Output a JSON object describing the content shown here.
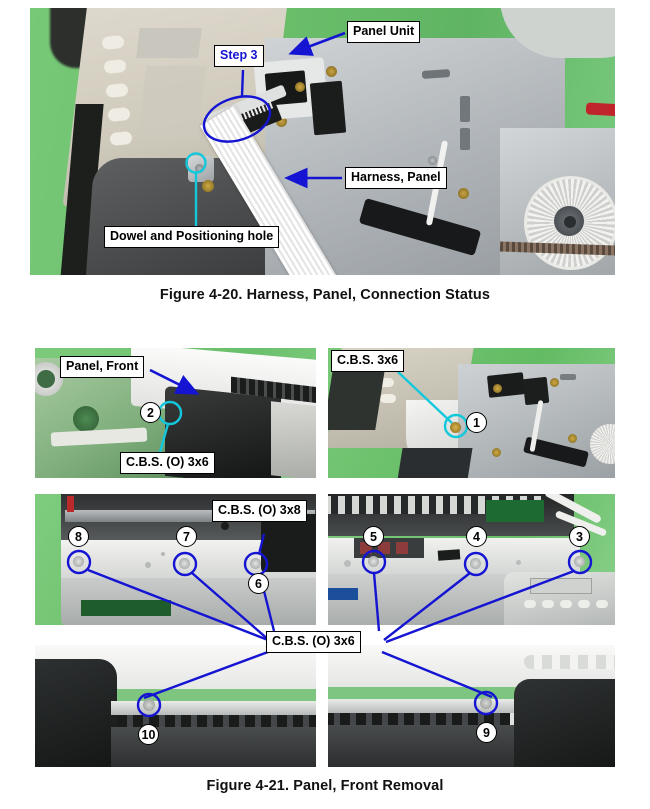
{
  "document": {
    "figures": [
      {
        "id": "figure-4-20",
        "caption": "Figure 4-20. Harness, Panel, Connection Status",
        "labels": [
          {
            "name": "panel-unit",
            "text": "Panel Unit",
            "style": "black"
          },
          {
            "name": "step-3",
            "text": "Step 3",
            "style": "blue"
          },
          {
            "name": "harness-panel",
            "text": "Harness, Panel",
            "style": "black"
          },
          {
            "name": "dowel-positioning-hole",
            "text": "Dowel and Positioning hole",
            "style": "black"
          }
        ]
      },
      {
        "id": "figure-4-21",
        "caption": "Figure 4-21. Panel, Front Removal",
        "labels": [
          {
            "name": "panel-front",
            "text": "Panel, Front",
            "style": "black"
          },
          {
            "name": "cbs-o-3x6-top",
            "text": "C.B.S. (O) 3x6",
            "style": "black"
          },
          {
            "name": "cbs-3x6",
            "text": "C.B.S. 3x6",
            "style": "black"
          },
          {
            "name": "cbs-o-3x8",
            "text": "C.B.S. (O) 3x8",
            "style": "black"
          },
          {
            "name": "cbs-o-3x6-main",
            "text": "C.B.S. (O) 3x6",
            "style": "black"
          }
        ],
        "callouts": [
          {
            "number": "1",
            "screw": "C.B.S. 3x6"
          },
          {
            "number": "2",
            "screw": "C.B.S. (O) 3x6"
          },
          {
            "number": "3",
            "screw": "C.B.S. (O) 3x6"
          },
          {
            "number": "4",
            "screw": "C.B.S. (O) 3x6"
          },
          {
            "number": "5",
            "screw": "C.B.S. (O) 3x6"
          },
          {
            "number": "6",
            "screw": "C.B.S. (O) 3x8"
          },
          {
            "number": "7",
            "screw": "C.B.S. (O) 3x6"
          },
          {
            "number": "8",
            "screw": "C.B.S. (O) 3x6"
          },
          {
            "number": "9",
            "screw": "C.B.S. (O) 3x6"
          },
          {
            "number": "10",
            "screw": "C.B.S. (O) 3x6"
          }
        ]
      }
    ],
    "colors": {
      "annotation_blue": "#1414d2",
      "annotation_cyan": "#14c8dc",
      "label_background": "#ffffff",
      "label_border": "#000000",
      "photo_backdrop_green": "#6cc06c"
    }
  }
}
